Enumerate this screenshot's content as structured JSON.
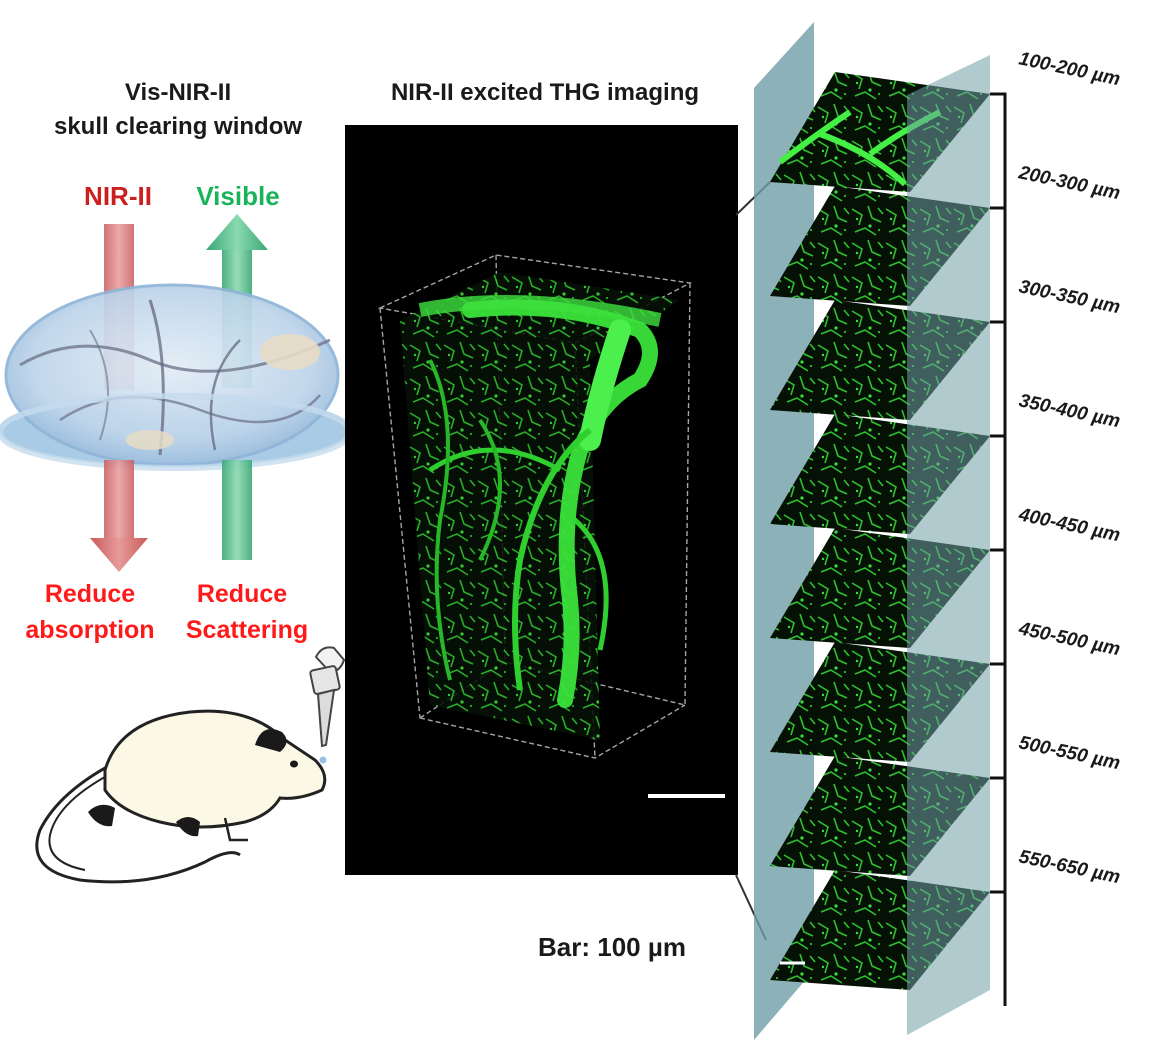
{
  "window_panel": {
    "title_line1": "Vis-NIR-II",
    "title_line2": "skull clearing window",
    "nir_label": "NIR-II",
    "visible_label": "Visible",
    "reduce_left_line1": "Reduce",
    "reduce_left_line2": "absorption",
    "reduce_right_line1": "Reduce",
    "reduce_right_line2": "Scattering"
  },
  "imaging_panel": {
    "title": "NIR-II excited THG imaging",
    "bar_label": "Bar: 100 µm"
  },
  "slices": {
    "depths": [
      "100-200 µm",
      "200-300 µm",
      "300-350 µm",
      "350-400 µm",
      "400-450 µm",
      "450-500 µm",
      "500-550 µm",
      "550-650 µm"
    ]
  },
  "colors": {
    "nir_red": "#cc1f1f",
    "visible_green": "#19b45a",
    "reduce_red": "#ff1a1a",
    "signal_green": "#33e033",
    "plane_teal": "#6f9ea6"
  },
  "icons": [
    "mouse-icon",
    "dropper-icon",
    "skull-window-icon"
  ]
}
